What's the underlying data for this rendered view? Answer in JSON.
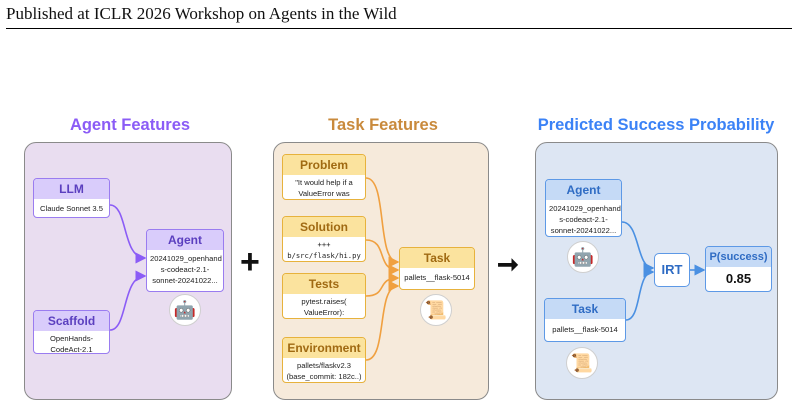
{
  "header": {
    "text": "Published at ICLR 2026 Workshop on Agents in the Wild"
  },
  "colors": {
    "agent_title": "#8b5cf6",
    "task_title": "#c98a3c",
    "pred_title": "#3b82f6",
    "agent_panel": "#e9ddf0",
    "task_panel": "#f6eadb",
    "pred_panel": "#dde6f3",
    "purple_box": "#9a7cf0",
    "purple_head": "#d9ccfb",
    "orange_box": "#e7b23c",
    "orange_head": "#fbe39e",
    "blue_box": "#5d99e6",
    "blue_head": "#c5daf6"
  },
  "sections": {
    "agent_title": "Agent Features",
    "task_title": "Task Features",
    "pred_title": "Predicted Success Probability"
  },
  "agent_panel": {
    "llm": {
      "title": "LLM",
      "body": "Claude Sonnet 3.5"
    },
    "scaffold": {
      "title": "Scaffold",
      "body": "OpenHands-\nCodeAct-2.1"
    },
    "agent": {
      "title": "Agent",
      "body": "20241029_openhand\ns-codeact-2.1-\nsonnet-20241022..."
    }
  },
  "task_panel": {
    "problem": {
      "title": "Problem",
      "body": "\"It would help if a\nValueError was raised\""
    },
    "solution": {
      "title": "Solution",
      "body": "+++ b/src/flask/hi.py\nraise ValueError"
    },
    "tests": {
      "title": "Tests",
      "body": "pytest.raises(\nValueError):"
    },
    "environment": {
      "title": "Environment",
      "body": "pallets/flaskv2.3\n(base_commit: 182c..)"
    },
    "task": {
      "title": "Task",
      "body": "pallets__flask-5014"
    }
  },
  "pred_panel": {
    "agent": {
      "title": "Agent",
      "body": "20241029_openhand\ns-codeact-2.1-\nsonnet-20241022..."
    },
    "task": {
      "title": "Task",
      "body": "pallets__flask-5014"
    },
    "irt": "IRT",
    "psuccess": {
      "title": "P(success)",
      "value": "0.85"
    }
  },
  "operators": {
    "plus": "+",
    "arrow": "➞"
  },
  "icons": {
    "robot": "🤖",
    "scroll": "📜"
  }
}
